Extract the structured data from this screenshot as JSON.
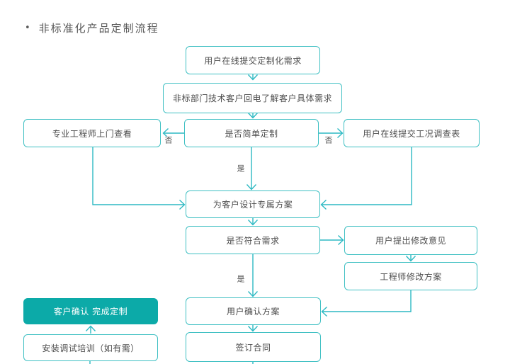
{
  "page": {
    "bullet": "•",
    "title": "非标准化产品定制流程"
  },
  "colors": {
    "box_border": "#3fc0c3",
    "connector": "#2db9c3",
    "filled_box": "#0caaa8",
    "box_text": "#4d4d4d",
    "title_text": "#595959",
    "filled_box_text": "#ffffff"
  },
  "flowchart": {
    "nodes": {
      "submit_requirement": {
        "label": "用户在线提交定制化需求"
      },
      "callback": {
        "label": "非标部门技术客户回电了解客户具体需求"
      },
      "simple_custom_decision": {
        "label": "是否简单定制"
      },
      "engineer_visit": {
        "label": "专业工程师上门查看"
      },
      "survey_form": {
        "label": "用户在线提交工况调查表"
      },
      "design_plan": {
        "label": "为客户设计专属方案"
      },
      "meets_needs_decision": {
        "label": "是否符合需求"
      },
      "user_feedback": {
        "label": "用户提出修改意见"
      },
      "engineer_revise": {
        "label": "工程师修改方案"
      },
      "user_confirm": {
        "label": "用户确认方案"
      },
      "sign_contract": {
        "label": "签订合同"
      },
      "custom_complete": {
        "label": "客户确认 完成定制"
      },
      "install_training": {
        "label": "安装调试培训（如有需）"
      }
    },
    "edge_labels": {
      "no_left": "否",
      "no_right": "否",
      "yes_mid": "是",
      "yes_lower": "是"
    }
  }
}
